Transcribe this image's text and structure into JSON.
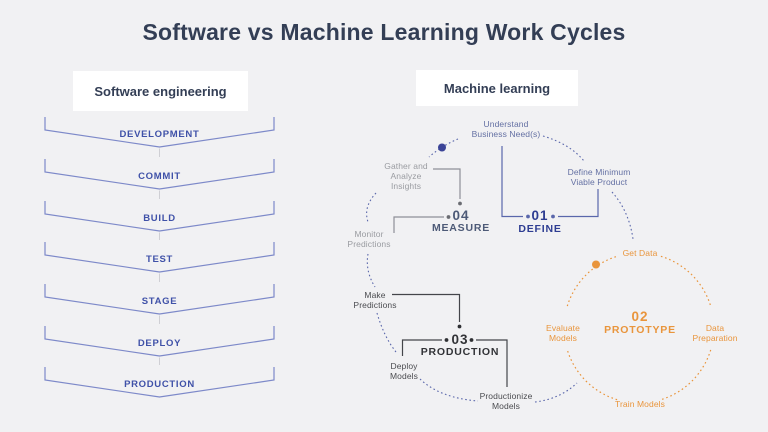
{
  "title": "Software vs Machine Learning Work Cycles",
  "colors": {
    "background": "#f1f1f3",
    "title_text": "#333e55",
    "chevron_stroke": "#7d89c9",
    "chevron_text": "#3f51a8",
    "navy_accent": "#5a67ab",
    "orange_accent": "#e9953c",
    "define_color": "#2e3d92",
    "measure_color": "#4d5a77",
    "production_color": "#323337",
    "gray_label": "#9a9ca1"
  },
  "software": {
    "heading": "Software engineering",
    "stages": [
      "DEVELOPMENT",
      "COMMIT",
      "BUILD",
      "TEST",
      "STAGE",
      "DEPLOY",
      "PRODUCTION"
    ]
  },
  "ml": {
    "heading": "Machine learning",
    "stages": [
      {
        "number": "01",
        "name": "DEFINE",
        "steps": [
          "Understand\nBusiness Need(s)",
          "Define Minimum\nViable Product"
        ]
      },
      {
        "number": "02",
        "name": "PROTOTYPE",
        "steps": [
          "Get Data",
          "Data\nPreparation",
          "Train Models",
          "Evaluate\nModels"
        ]
      },
      {
        "number": "03",
        "name": "PRODUCTION",
        "steps": [
          "Make\nPredictions",
          "Deploy\nModels",
          "Productionize\nModels"
        ]
      },
      {
        "number": "04",
        "name": "MEASURE",
        "steps": [
          "Gather and\nAnalyze\nInsights",
          "Monitor\nPredictions"
        ]
      }
    ]
  }
}
